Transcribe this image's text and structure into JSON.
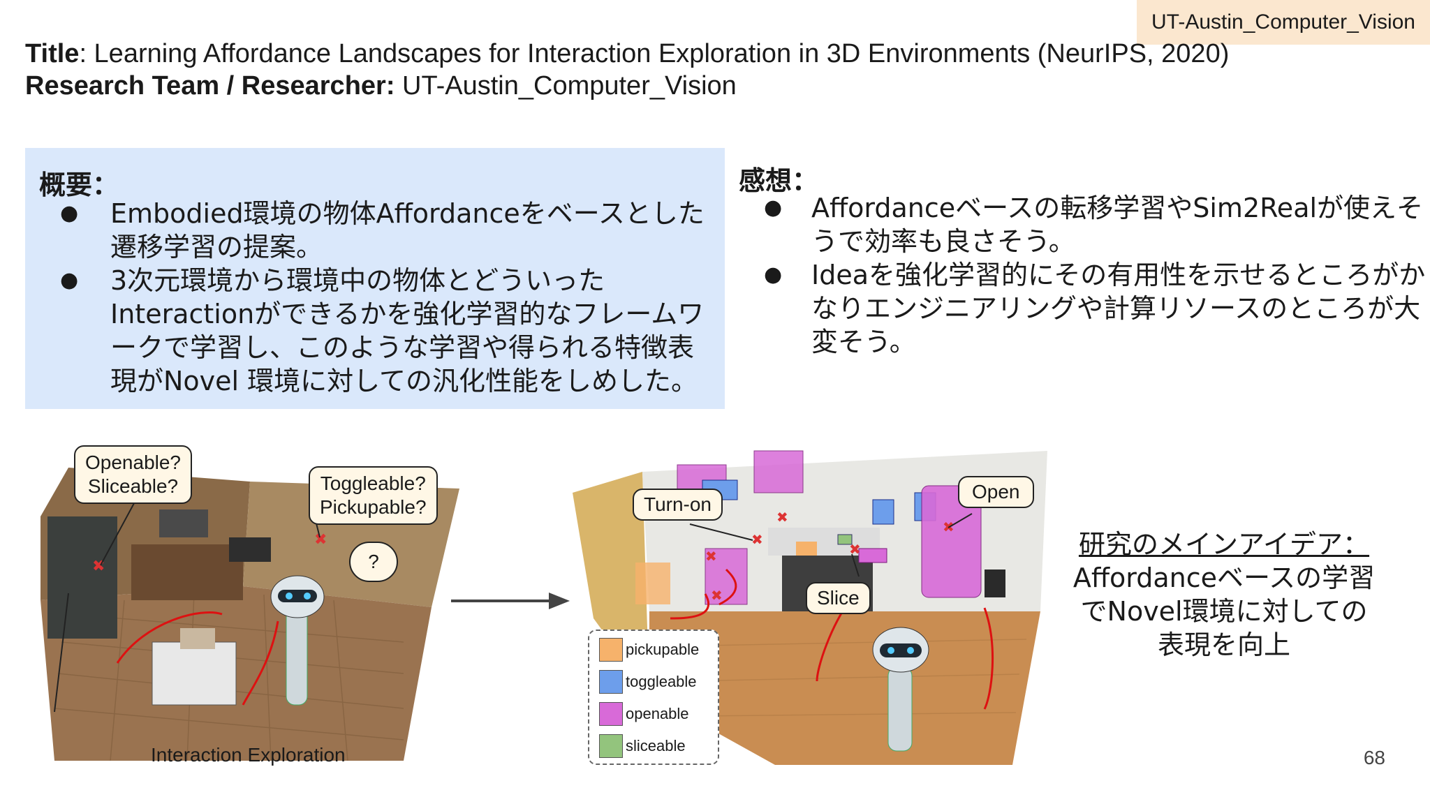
{
  "tag": "UT-Austin_Computer_Vision",
  "title": {
    "label": "Title",
    "text": ": Learning Affordance Landscapes for Interaction Exploration in 3D Environments (NeurIPS, 2020)",
    "team_label": "Research Team / Researcher:",
    "team_value": " UT-Austin_Computer_Vision"
  },
  "summary": {
    "heading": "概要：",
    "bullets": [
      "Embodied環境の物体Affordanceをベースとした遷移学習の提案。",
      "3次元環境から環境中の物体とどういったInteractionができるかを強化学習的なフレームワークで学習し、このような学習や得られる特徴表現がNovel 環境に対しての汎化性能をしめした。"
    ]
  },
  "impressions": {
    "heading": "感想：",
    "bullets": [
      "Affordanceベースの転移学習やSim2Realが使えそうで効率も良さそう。",
      "Ideaを強化学習的にその有用性を示せるところがかなりエンジニアリングや計算リソースのところが大変そう。"
    ]
  },
  "figure_left": {
    "callout_1_line_1": "Openable?",
    "callout_1_line_2": "Sliceable?",
    "callout_2_line_1": "Toggleable?",
    "callout_2_line_2": "Pickupable?",
    "thought": "?",
    "caption": "Interaction Exploration"
  },
  "figure_right": {
    "turn_on": "Turn-on",
    "open": "Open",
    "slice": "Slice"
  },
  "legend": [
    {
      "label": "pickupable",
      "color": "#f6b26b"
    },
    {
      "label": "toggleable",
      "color": "#6d9eeb"
    },
    {
      "label": "openable",
      "color": "#d86ad8"
    },
    {
      "label": "sliceable",
      "color": "#93c47d"
    }
  ],
  "idea": {
    "line_1": "研究のメインアイデア：",
    "line_2": "Affordanceベースの学習",
    "line_3": "でNovel環境に対しての",
    "line_4": "表現を向上"
  },
  "page_number": "68"
}
